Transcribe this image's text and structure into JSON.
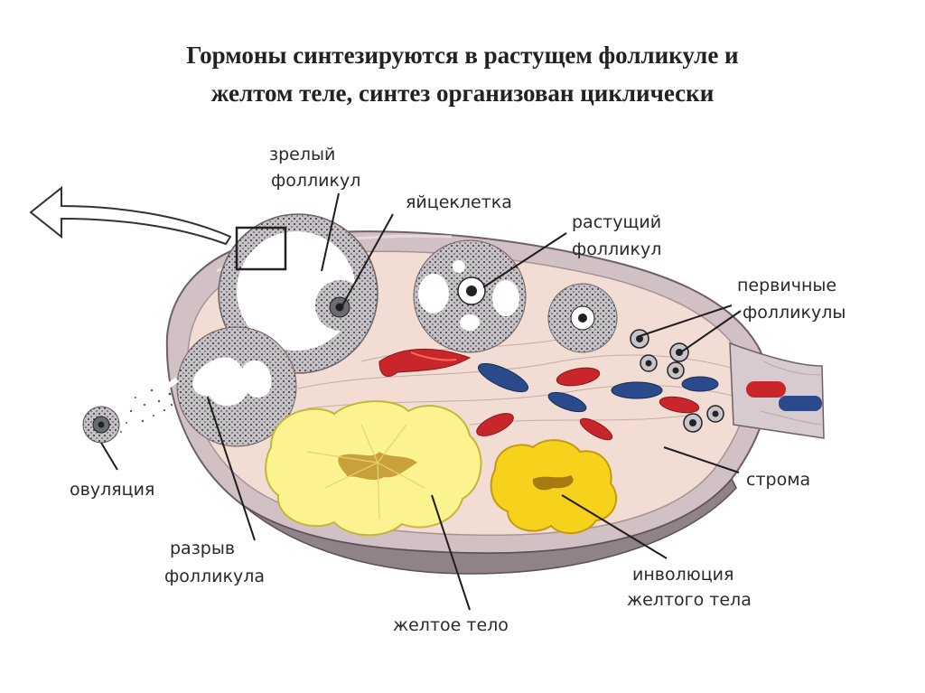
{
  "slide": {
    "title_line1": "Гормоны синтезируются в растущем фолликуле и",
    "title_line2": "желтом теле, синтез организован циклически"
  },
  "labels": {
    "mature_follicle": [
      "зрелый",
      "фолликул"
    ],
    "egg_cell": "яйцеклетка",
    "growing_follicle": [
      "растущий",
      "фолликул"
    ],
    "primary_follicles": [
      "первичные",
      "фолликулы"
    ],
    "ovulation": "овуляция",
    "stroma": "строма",
    "rupture": [
      "разрыв",
      "фолликула"
    ],
    "involution": [
      "инволюция",
      "желтого тела"
    ],
    "corpus_luteum": "желтое тело"
  },
  "colors": {
    "stroma": "#f1ddd4",
    "capsule": "#c9b8bb",
    "corpus_luteum": "#fbf38f",
    "involution": "#f6d21c",
    "artery": "#c8262a",
    "vein": "#2b4a8c"
  }
}
